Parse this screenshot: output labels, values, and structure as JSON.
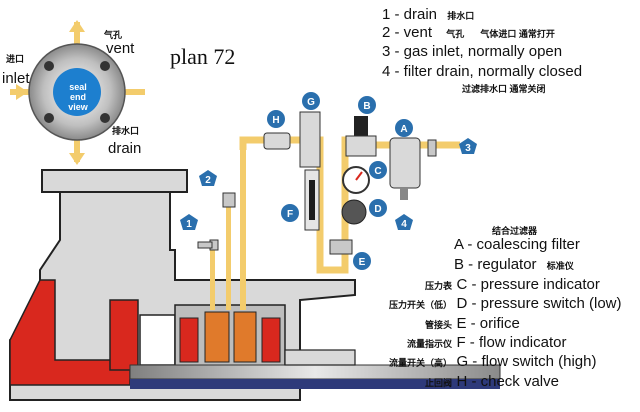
{
  "title": "plan 72",
  "seal_view": {
    "label_line1": "seal",
    "label_line2": "end view",
    "vent_cn": "气孔",
    "vent_en": "vent",
    "inlet_cn": "进口",
    "inlet_en": "inlet",
    "drain_cn": "排水口",
    "drain_en": "drain"
  },
  "numbered_legend": [
    {
      "text": "1 - drain",
      "cn": "排水口"
    },
    {
      "text": "2 - vent",
      "cn": "气孔",
      "cn2": "气体进口 通常打开"
    },
    {
      "text": "3 - gas inlet, normally open"
    },
    {
      "text": "4 - filter drain, normally closed",
      "cn": "过滤排水口 通常关闭"
    }
  ],
  "letter_legend": [
    {
      "cn": "结合过滤器",
      "text": "A - coalescing filter"
    },
    {
      "cn": "",
      "text": "B - regulator",
      "cn_right": "标准仪"
    },
    {
      "cn": "压力表",
      "text": "C - pressure indicator"
    },
    {
      "cn": "压力开关（低）",
      "text": "D - pressure switch (low)"
    },
    {
      "cn": "管接头",
      "text": "E - orifice"
    },
    {
      "cn": "流量指示仪",
      "text": "F - flow indicator"
    },
    {
      "cn": "流量开关（高）",
      "text": "G - flow switch (high)"
    },
    {
      "cn": "止回阀",
      "text": "H - check valve"
    }
  ],
  "badges": {
    "n1": "1",
    "n2": "2",
    "n3": "3",
    "n4": "4",
    "A": "A",
    "B": "B",
    "C": "C",
    "D": "D",
    "E": "E",
    "F": "F",
    "G": "G",
    "H": "H"
  },
  "colors": {
    "pipe": "#f3cc6c",
    "badge": "#2a6fad",
    "casing": "#d9d9d9",
    "casing_stroke": "#222222",
    "seal_red": "#d9281e"
  }
}
